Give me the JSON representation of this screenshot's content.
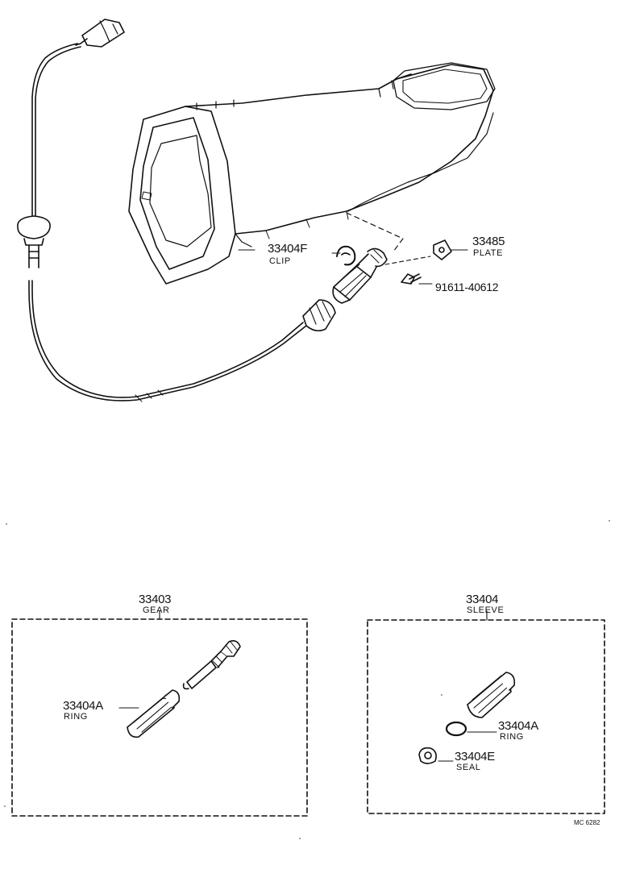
{
  "callouts": {
    "clip": {
      "number": "33404F",
      "name": "CLIP"
    },
    "plate": {
      "number": "33485",
      "name": "PLATE"
    },
    "bolt": {
      "number": "91611-40612"
    }
  },
  "gear_box": {
    "number": "33403",
    "name": "GEAR",
    "ring": {
      "number": "33404A",
      "name": "RING"
    }
  },
  "sleeve_box": {
    "number": "33404",
    "name": "SLEEVE",
    "ring": {
      "number": "33404A",
      "name": "RING"
    },
    "seal": {
      "number": "33404E",
      "name": "SEAL"
    }
  },
  "figure_code": "MC 6282"
}
